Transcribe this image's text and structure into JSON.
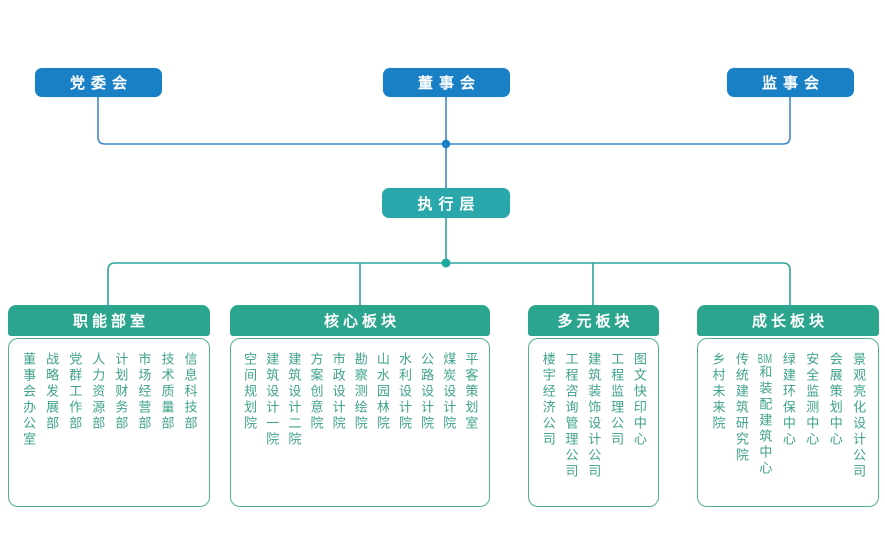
{
  "chart": {
    "top_nodes": [
      {
        "id": "party-committee",
        "label": "党委会"
      },
      {
        "id": "board-of-directors",
        "label": "董事会"
      },
      {
        "id": "supervisory-board",
        "label": "监事会"
      }
    ],
    "executive_node": {
      "label": "执行层"
    },
    "groups": [
      {
        "id": "functional-departments",
        "title": "职能部室",
        "items": [
          "董事会办公室",
          "战略发展部",
          "党群工作部",
          "人力资源部",
          "计划财务部",
          "市场经营部",
          "技术质量部",
          "信息科技部"
        ]
      },
      {
        "id": "core-sector",
        "title": "核心板块",
        "items": [
          "空间规划院",
          "建筑设计一院",
          "建筑设计二院",
          "方案创意院",
          "市政设计院",
          "勘察测绘院",
          "山水园林院",
          "水利设计院",
          "公路设计院",
          "煤炭设计院",
          "平客策划室"
        ]
      },
      {
        "id": "diversified-sector",
        "title": "多元板块",
        "items": [
          "楼宇经济公司",
          "工程咨询管理公司",
          "建筑装饰设计公司",
          "工程监理公司",
          "图文快印中心"
        ]
      },
      {
        "id": "growth-sector",
        "title": "成长板块",
        "items": [
          "乡村未来院",
          "传统建筑研究院",
          "BIM和装配建筑中心",
          "绿建环保中心",
          "安全监测中心",
          "会展策划中心",
          "景观亮化设计公司"
        ]
      }
    ],
    "colors": {
      "top_node_bg": "#1A80C5",
      "executive_bg": "#2AA7AA",
      "group_header_bg": "#2BA58D",
      "connector_blue": "#3E88C7",
      "connector_teal": "#2EA49B",
      "junction_dot_blue": "#1A80C5",
      "junction_dot_teal": "#1FA8A0",
      "department_text": "#3FA28C"
    }
  }
}
